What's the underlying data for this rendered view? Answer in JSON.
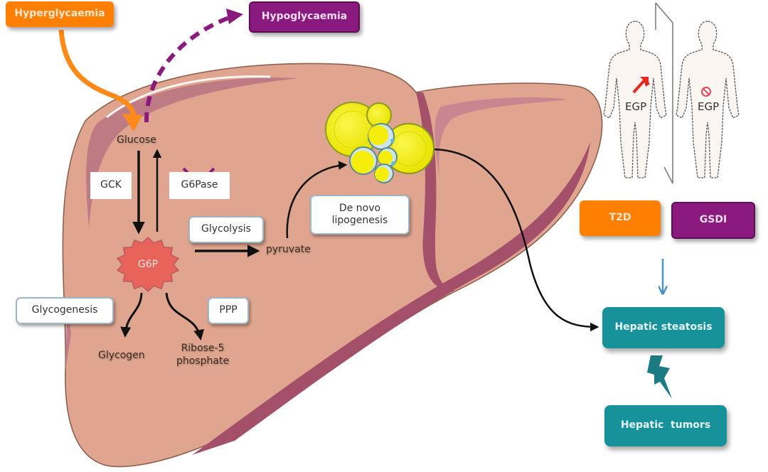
{
  "diagram": {
    "title": "Hepatic glucose metabolism in T2D and GSDI",
    "inputs": {
      "hyperglycaemia": "Hyperglycaemia",
      "hypoglycaemia": "Hypoglycaemia"
    },
    "metabolites": {
      "glucose": "Glucose",
      "g6p": "G6P",
      "pyruvate": "pyruvate",
      "glycogen": "Glycogen",
      "ribose_line1": "Ribose-5",
      "ribose_line2": "phosphate"
    },
    "enzymes": {
      "gck": "GCK",
      "g6pase": "G6Pase",
      "g6pase_blocked": true
    },
    "pathways": {
      "glycolysis": "Glycolysis",
      "de_novo_line1": "De novo",
      "de_novo_line2": "lipogenesis",
      "glycogenesis": "Glycogenesis",
      "ppp": "PPP"
    },
    "patients": {
      "left_label": "EGP",
      "left_state": "increased",
      "right_label": "EGP",
      "right_state": "blocked"
    },
    "conditions": {
      "t2d": "T2D",
      "gsdi": "GSDI"
    },
    "outcomes": {
      "steatosis": "Hepatic steatosis",
      "tumors": "Hepatic  tumors"
    },
    "colors": {
      "orange": "#ff7f00",
      "purple": "#8b1a7e",
      "teal": "#17919a",
      "liver": "#dfa58f",
      "liver_dark": "#a5506a",
      "g6p": "#e8645a",
      "lipid": "#f4ee0a"
    }
  }
}
